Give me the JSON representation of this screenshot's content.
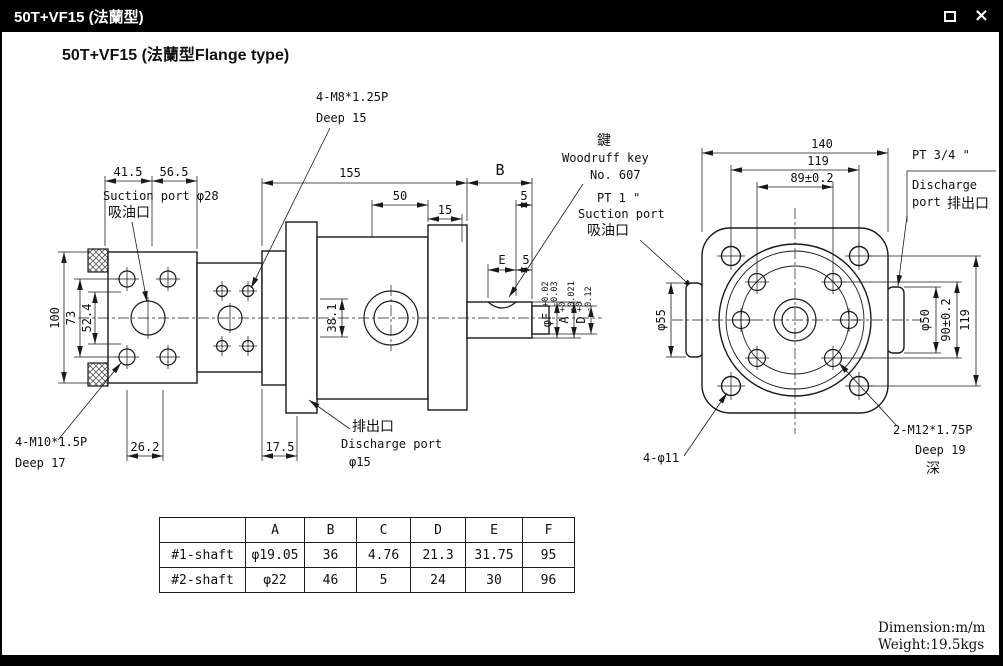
{
  "window": {
    "title": "50T+VF15 (法蘭型)",
    "close_glyph": "×"
  },
  "heading": "50T+VF15 (法蘭型Flange type)",
  "side_view": {
    "m8_label": "4-M8*1.25P",
    "m8_deep": "Deep 15",
    "dim_41_5": "41.5",
    "dim_56_5": "56.5",
    "suction_port": "Suction port φ28",
    "suction_cn": "吸油口",
    "dim_155": "155",
    "dim_50": "50",
    "dim_15": "15",
    "dim_5a": "5",
    "dim_B": "B",
    "key_cn": "鍵",
    "key_en": "Woodruff key",
    "key_no": "No. 607",
    "dim_E": "E",
    "dim_5b": "5",
    "dim_100": "100",
    "dim_73": "73",
    "dim_52_4": "52.4",
    "dim_38_1": "38.1",
    "tol_f": {
      "main": "φF",
      "plus": "+0.02",
      "minus": "-0.03"
    },
    "tol_a": {
      "main": "A",
      "plus": "+0",
      "minus": "-0.021"
    },
    "tol_d": {
      "main": "D",
      "plus": "+0",
      "minus": "-0.12"
    },
    "m10_label": "4-M10*1.5P",
    "m10_deep": "Deep 17",
    "dim_26_2": "26.2",
    "dim_17_5": "17.5",
    "discharge_cn": "排出口",
    "discharge_en": "Discharge port",
    "phi15": "φ15"
  },
  "front_view": {
    "pt1": "PT 1 \"",
    "suction_en": "Suction port",
    "suction_cn": "吸油口",
    "dim_140": "140",
    "dim_119_top": "119",
    "dim_89": "89±0.2",
    "pt34": "PT 3/4 \"",
    "discharge_en": "Discharge",
    "port_en": "port",
    "discharge_cn": "排出口",
    "phi55": "φ55",
    "phi50": "φ50",
    "dim_90": "90±0.2",
    "dim_119_right": "119",
    "m12_label": "2-M12*1.75P",
    "m12_deep": "Deep 19",
    "deep_cn": "深",
    "phi11": "4-φ11"
  },
  "table": {
    "headers": [
      "",
      "A",
      "B",
      "C",
      "D",
      "E",
      "F"
    ],
    "rows": [
      {
        "name": "#1-shaft",
        "values": [
          "φ19.05",
          "36",
          "4.76",
          "21.3",
          "31.75",
          "95"
        ]
      },
      {
        "name": "#2-shaft",
        "values": [
          "φ22",
          "46",
          "5",
          "24",
          "30",
          "96"
        ]
      }
    ]
  },
  "footer": {
    "dimension": "Dimension:m/m",
    "weight": "Weight:19.5kgs"
  }
}
